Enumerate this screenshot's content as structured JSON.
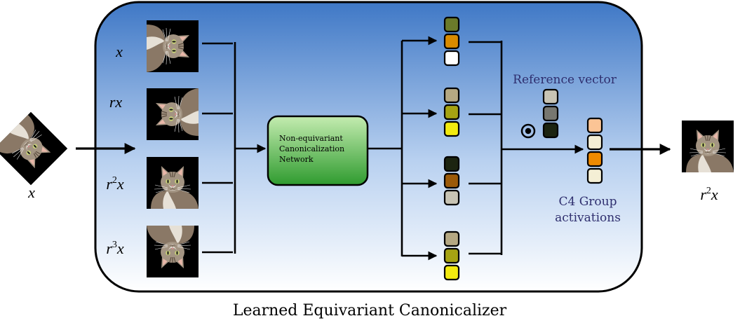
{
  "caption": "Learned Equivariant Canonicalizer",
  "input": {
    "label": "x",
    "image": "cat-photo-rotated"
  },
  "orbit": [
    {
      "label": "x",
      "image": "cat-photo",
      "rotation_deg": 90
    },
    {
      "base": "r",
      "sup": "",
      "tail": "x",
      "image": "cat-photo",
      "rotation_deg": 180
    },
    {
      "base": "r",
      "sup": "2",
      "tail": "x",
      "image": "cat-photo",
      "rotation_deg": 0
    },
    {
      "base": "r",
      "sup": "3",
      "tail": "x",
      "image": "cat-photo",
      "rotation_deg": 270
    }
  ],
  "network": {
    "line1": "Non-equivariant",
    "line2": "Canonicalization",
    "line3": "Network",
    "fill_top": "#c4ecb0",
    "fill_bottom": "#2f9b2f"
  },
  "feature_vectors": [
    [
      "#6b7a2a",
      "#d98b00",
      "#ffffff"
    ],
    [
      "#b5a882",
      "#a6a312",
      "#f2ea0f"
    ],
    [
      "#1c2410",
      "#9c5a08",
      "#c8c4b4"
    ],
    [
      "#b5a882",
      "#a6a312",
      "#f2ea0f"
    ]
  ],
  "reference": {
    "label": "Reference vector",
    "operator": "dot-product-icon",
    "colors": [
      "#c8c4b4",
      "#777770",
      "#1c2410"
    ]
  },
  "activations": {
    "line1": "C4 Group",
    "line2": "activations",
    "colors": [
      "#fbc495",
      "#f4efd5",
      "#ef8a00",
      "#f4efd5"
    ]
  },
  "output": {
    "base": "r",
    "sup": "2",
    "tail": "x",
    "image": "cat-photo-upright"
  },
  "colors": {
    "panel_top": "#3f78c6",
    "panel_bottom": "#ffffff",
    "label_blue": "#2e2e6e"
  }
}
